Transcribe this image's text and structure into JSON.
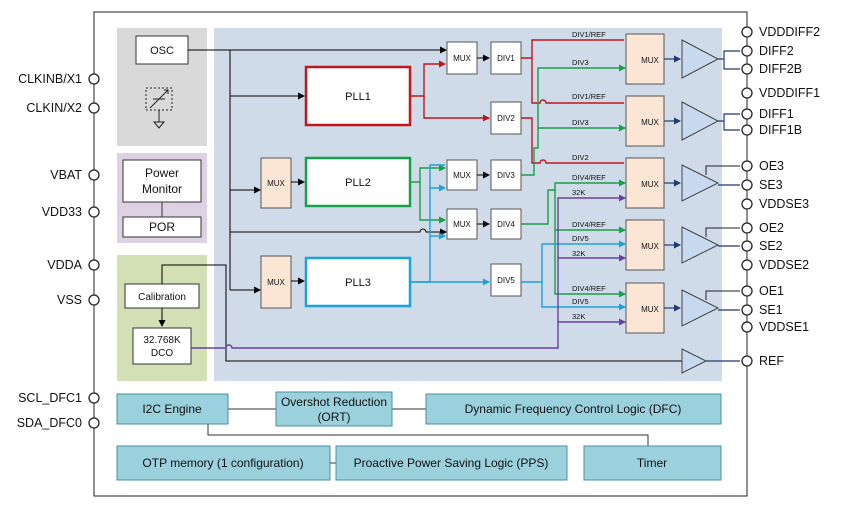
{
  "pins": {
    "clkinb": "CLKINB/X1",
    "clkin": "CLKIN/X2",
    "vbat": "VBAT",
    "vdd33": "VDD33",
    "vdda": "VDDA",
    "vss": "VSS",
    "scl": "SCL_DFC1",
    "sda": "SDA_DFC0",
    "vdddiff2": "VDDDIFF2",
    "diff2": "DIFF2",
    "diff2b": "DIFF2B",
    "vdddiff1": "VDDDIFF1",
    "diff1": "DIFF1",
    "diff1b": "DIFF1B",
    "oe3": "OE3",
    "se3": "SE3",
    "vddse3": "VDDSE3",
    "oe2": "OE2",
    "se2": "SE2",
    "vddse2": "VDDSE2",
    "oe1": "OE1",
    "se1": "SE1",
    "vddse1": "VDDSE1",
    "ref": "REF"
  },
  "blocks": {
    "osc": "OSC",
    "power_monitor_line1": "Power",
    "power_monitor_line2": "Monitor",
    "por": "POR",
    "calibration": "Calibration",
    "dco_line1": "32.768K",
    "dco_line2": "DCO",
    "pll1": "PLL1",
    "pll2": "PLL2",
    "pll3": "PLL3",
    "mux": "MUX",
    "div1": "DIV1",
    "div2": "DIV2",
    "div3": "DIV3",
    "div4": "DIV4",
    "div5": "DIV5"
  },
  "signals": {
    "div1_ref": "DIV1/REF",
    "div3": "DIV3",
    "div2": "DIV2",
    "div4_ref": "DIV4/REF",
    "div5": "DIV5",
    "k32": "32K"
  },
  "bottom": {
    "i2c": "I2C Engine",
    "ort_line1": "Overshot Reduction",
    "ort_line2": "(ORT)",
    "dfc": "Dynamic Frequency Control Logic (DFC)",
    "otp": "OTP memory (1 configuration)",
    "pps": "Proactive Power Saving Logic (PPS)",
    "timer": "Timer"
  },
  "colors": {
    "red": "#c0161c",
    "green": "#18a049",
    "blue": "#1ba1dc",
    "purple": "#6b3fa0",
    "navy": "#1f3a6e",
    "core_bg": "#cfdbe8",
    "osc_bg": "#d9d9d9",
    "power_bg": "#ddd2e4",
    "cal_bg": "#d3dfb4",
    "bottom_bg": "#9bd0dd",
    "mux_bg": "#fbe6d6",
    "buffer_bg": "#c6d9ef"
  }
}
